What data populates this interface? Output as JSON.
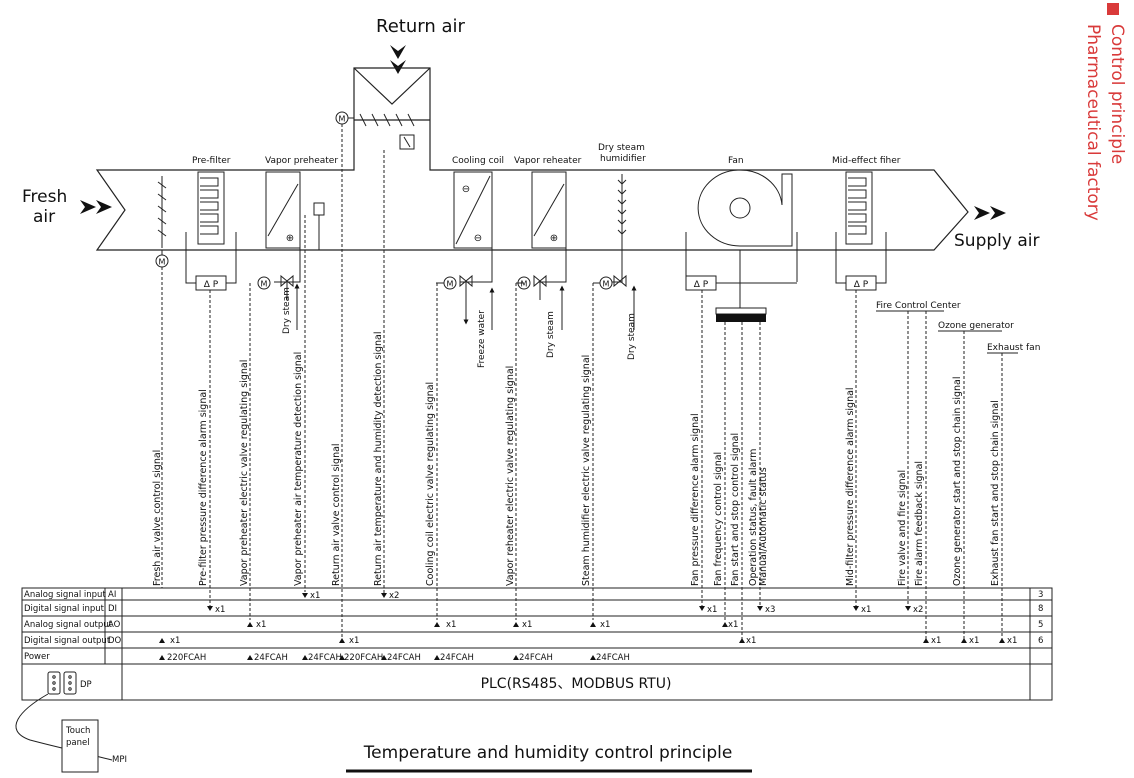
{
  "title": "Temperature and humidity control principle",
  "side": {
    "accent": "#d93a3a",
    "line1": "Control principle",
    "line2": "Pharmaceutical factory"
  },
  "io": {
    "return_air": "Return air",
    "fresh_air_1": "Fresh",
    "fresh_air_2": "air",
    "supply_air": "Supply air"
  },
  "components": {
    "prefilter": "Pre-filter",
    "vapor_preheater": "Vapor preheater",
    "cooling_coil": "Cooling coil",
    "vapor_reheater": "Vapor reheater",
    "dry_steam_humidifier_1": "Dry steam",
    "dry_steam_humidifier_2": "humidifier",
    "fan": "Fan",
    "mid_effect": "Mid-effect fiher",
    "fire_center": "Fire Control Center",
    "ozone": "Ozone generator",
    "exhaust": "Exhaust fan"
  },
  "symbols": {
    "dp": "Δ P",
    "motor": "M",
    "plus": "⊕",
    "minus": "⊖"
  },
  "pipes": {
    "dry_steam": "Dry steam",
    "freeze_water": "Freeze water"
  },
  "signals": [
    "Fresh air valve control signal",
    "Pre-filter pressure difference alarm signal",
    "Vapor preheater electric valve regulating signal",
    "Vapor preheater air temperature detection signal",
    "Return air valve control signal",
    "Return air temperature and humidity detection signal",
    "Cooling coil electric valve regulating signal",
    "Vapor reheater electric valve regulating signal",
    "Steam humidifier electric valve regulating signal",
    "Fan pressure difference alarm signal",
    "Fan frequency control signal",
    "Fan start and stop control signal",
    "Operation status, fault alarm",
    "Manual/Automatic status",
    "Mid-filter pressure difference alarm signal",
    "Fire valve and fire signal",
    "Fire alarm feedback signal",
    "Ozone generator start and stop chain signal",
    "Exhaust fan start and stop chain signal"
  ],
  "table": {
    "rows": [
      {
        "name": "Analog signal input",
        "code": "AI",
        "total": "3"
      },
      {
        "name": "Digital signal input",
        "code": "DI",
        "total": "8"
      },
      {
        "name": "Analog signal output",
        "code": "AO",
        "total": "5"
      },
      {
        "name": "Digital signal output",
        "code": "DO",
        "total": "6"
      },
      {
        "name": "Power",
        "code": "",
        "total": ""
      }
    ],
    "counts": {
      "ai_1": "x1",
      "ai_2": "x2",
      "di_1": "x1",
      "di_2": "x1",
      "di_3": "x3",
      "di_4": "x1",
      "di_5": "x2",
      "ao_1": "x1",
      "ao_2": "x1",
      "ao_3": "x1",
      "ao_4": "x1",
      "ao_5": "x1",
      "do_1": "x1",
      "do_2": "x1",
      "do_3": "x1",
      "do_4": "x1",
      "do_5": "x1",
      "do_6": "x1"
    },
    "power": {
      "p1": "220FCAH",
      "p2": "24FCAH",
      "p3": "24FCAH",
      "p4": "220FCAH",
      "p5": "24FCAH",
      "p6": "24FCAH",
      "p7": "24FCAH",
      "p8": "24FCAH"
    },
    "plc": "PLC(RS485、MODBUS RTU)",
    "dp": "DP"
  },
  "touch_panel_1": "Touch",
  "touch_panel_2": "panel",
  "mpi": "MPI"
}
